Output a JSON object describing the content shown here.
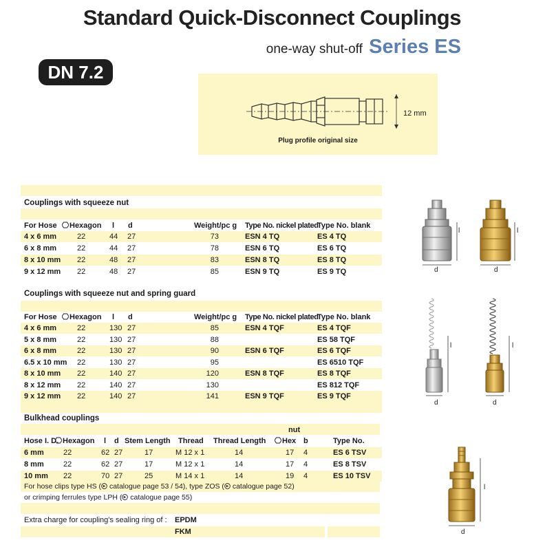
{
  "header": {
    "title": "Standard Quick-Disconnect Couplings",
    "subtitle_prefix": "one-way shut-off",
    "series": "Series ES",
    "dn_badge": "DN 7.2"
  },
  "plug_figure": {
    "caption": "Plug profile original size",
    "dimension": "12 mm"
  },
  "section1": {
    "title": "Couplings with squeeze nut",
    "headers": [
      "For Hose",
      "Hexagon",
      "l",
      "d",
      "Weight/pc g",
      "Type No. nickel plated",
      "Type No. blank"
    ],
    "rows": [
      [
        "4 x 6 mm",
        "22",
        "44",
        "27",
        "73",
        "ESN 4 TQ",
        "ES 4 TQ"
      ],
      [
        "6 x 8 mm",
        "22",
        "44",
        "27",
        "78",
        "ESN 6 TQ",
        "ES 6 TQ"
      ],
      [
        "8 x 10 mm",
        "22",
        "48",
        "27",
        "83",
        "ESN 8 TQ",
        "ES 8 TQ"
      ],
      [
        "9 x 12 mm",
        "22",
        "48",
        "27",
        "85",
        "ESN 9 TQ",
        "ES 9 TQ"
      ]
    ]
  },
  "section2": {
    "title": "Couplings with squeeze nut and spring guard",
    "headers": [
      "For Hose",
      "Hexagon",
      "l",
      "d",
      "Weight/pc g",
      "Type No. nickel plated",
      "Type No. blank"
    ],
    "rows": [
      [
        "4 x 6 mm",
        "22",
        "130",
        "27",
        "85",
        "ESN 4 TQF",
        "ES 4 TQF"
      ],
      [
        "5 x 8 mm",
        "22",
        "130",
        "27",
        "88",
        "",
        "ES 58 TQF"
      ],
      [
        "6 x 8 mm",
        "22",
        "130",
        "27",
        "90",
        "ESN 6 TQF",
        "ES 6 TQF"
      ],
      [
        "6.5 x 10 mm",
        "22",
        "130",
        "27",
        "95",
        "",
        "ES 6510 TQF"
      ],
      [
        "8 x 10 mm",
        "22",
        "140",
        "27",
        "120",
        "ESN 8 TQF",
        "ES 8 TQF"
      ],
      [
        "8 x 12 mm",
        "22",
        "140",
        "27",
        "130",
        "",
        "ES 812 TQF"
      ],
      [
        "9 x 12 mm",
        "22",
        "140",
        "27",
        "141",
        "ESN 9 TQF",
        "ES 9 TQF"
      ]
    ]
  },
  "section3": {
    "title": "Bulkhead couplings",
    "nut_label": "nut",
    "headers": [
      "Hose I. D.",
      "Hexagon",
      "l",
      "d",
      "Stem Length",
      "Thread",
      "Thread Length",
      "Hex",
      "b",
      "Type No."
    ],
    "rows": [
      [
        "6 mm",
        "22",
        "62",
        "27",
        "17",
        "M 12 x 1",
        "14",
        "17",
        "4",
        "ES 6 TSV"
      ],
      [
        "8 mm",
        "22",
        "62",
        "27",
        "17",
        "M 12 x 1",
        "14",
        "17",
        "4",
        "ES 8 TSV"
      ],
      [
        "10 mm",
        "22",
        "70",
        "27",
        "25",
        "M 14 x 1",
        "14",
        "19",
        "4",
        "ES 10 TSV"
      ]
    ],
    "note1": "For hose clips type HS ( catalogue page 53 / 54), type ZOS ( catalogue page 52)",
    "note1_a": "For hose clips type HS (",
    "note1_b": " catalogue page 53 / 54), type ZOS (",
    "note1_c": " catalogue page 52)",
    "note2_a": "or crimping ferrules type LPH (",
    "note2_b": " catalogue page 55)"
  },
  "extra": {
    "label": "Extra charge for coupling's sealing ring of :",
    "options": [
      "EPDM",
      "FKM"
    ]
  },
  "dims": {
    "l": "l",
    "d": "d"
  },
  "icons": [
    "hexagon-icon",
    "catalogue-arrow-icon"
  ]
}
